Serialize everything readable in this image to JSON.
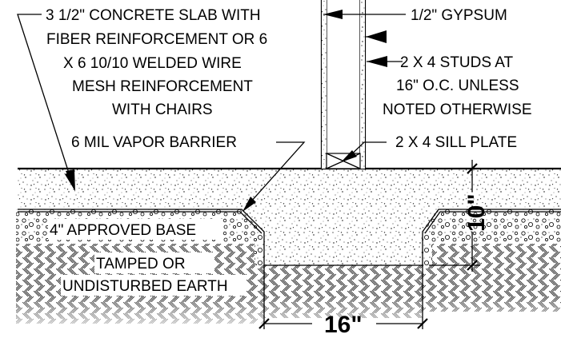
{
  "labels": {
    "slab_line1": "3 1/2\" CONCRETE SLAB WITH",
    "slab_line2": "FIBER REINFORCEMENT OR 6",
    "slab_line3": "X 6 10/10 WELDED WIRE",
    "slab_line4": "MESH REINFORCEMENT",
    "slab_line5": "WITH CHAIRS",
    "vapor_barrier": "6 MIL VAPOR BARRIER",
    "gypsum": "1/2\" GYPSUM",
    "studs_line1": "2 X 4 STUDS AT",
    "studs_line2": "16\" O.C. UNLESS",
    "studs_line3": "NOTED OTHERWISE",
    "sill_plate": "2 X 4 SILL PLATE",
    "base": "4\" APPROVED BASE",
    "earth_line1": "TAMPED OR",
    "earth_line2": "UNDISTURBED EARTH"
  },
  "dimensions": {
    "footing_width": "16\"",
    "footing_depth": "10\""
  }
}
